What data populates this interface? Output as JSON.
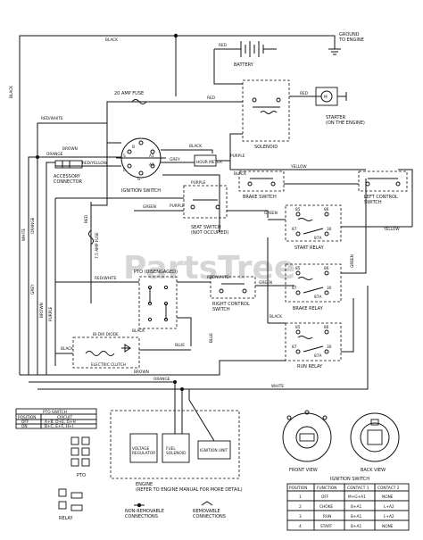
{
  "watermark": "PartsTree",
  "labels": {
    "black_top": "BLACK",
    "ground_to_engine": "GROUND\nTO ENGINE",
    "red_batt": "RED",
    "battery": "BATTERY",
    "red_right": "RED",
    "starter": "STARTER\n(ON THE ENGINE)",
    "fuse20": "20 AMP FUSE",
    "red_top": "RED",
    "solenoid": "SOLENOID",
    "yellow_sol": "YELLOW",
    "red_white_left": "RED/WHITE",
    "brown1": "BROWN",
    "orange1": "ORANGE",
    "red_yellow": "RED/YELLOW",
    "black_ign": "BLACK",
    "grey_ign": "GREY",
    "purple_ign": "PURPLE",
    "hour_meter": "HOUR METER",
    "accessory": "ACCESSORY\nCONNECTOR",
    "ignition_switch": "IGNITION SWITCH",
    "yellow_mid": "YELLOW",
    "black_brake": "BLACK",
    "brake_switch": "BRAKE SWITCH",
    "left_control": "LEFT CONTROL\nSWITCH",
    "purple_mid": "PURPLE",
    "green_mid": "GREEN",
    "purple_seat": "PURPLE",
    "seat_switch": "SEAT SWITCH\n(NOT OCCUPIED)",
    "green_relay": "GREEN",
    "start_relay": "START RELAY",
    "yellow_right": "YELLOW",
    "black_left1": "BLACK",
    "white_left": "WHITE",
    "grey_left": "GREY",
    "orange_left": "ORANGE",
    "brown_left": "BROWN",
    "purple_left": "PURPLE",
    "black_left2": "BLACK",
    "fuse75": "7.5 AMP FUSE",
    "red": "RED",
    "pto_label": "PTO (DISENGAGED)",
    "red_white_pto": "RED/WHITE",
    "red_white_rc": "RED/WHITE",
    "green_rc": "GREEN",
    "right_control": "RIGHT CONTROL\nSWITCH",
    "brake_relay": "BRAKE RELAY",
    "green_right": "GREEN",
    "blue_mid": "BLUE",
    "black_pto": "BLACK",
    "clutch": "ELECTRIC CLUTCH",
    "blue_clutch": "BLUE",
    "bi_dir": "BI-DIR DIODE",
    "black_brake_relay": "BLACK",
    "run_relay": "RUN RELAY",
    "brown_bottom": "BROWN",
    "orange_bottom": "ORANGE",
    "white_bottom": "WHITE",
    "pto_switch_title": "PTO SWITCH",
    "engine_label": "ENGINE\n(REFER TO ENGINE MANUAL FOR MORE DETAIL)",
    "voltage_reg": "VOLTAGE\nREGULATOR",
    "fuel_solenoid": "FUEL\nSOLENOID",
    "ignition_unit": "IGNITION UNIT",
    "non_removable": "NON-REMOVABLE\nCONNECTIONS",
    "removable": "REMOVABLE\nCONNECTIONS",
    "pto_small": "PTO",
    "relay_small": "RELAY",
    "front_view": "FRONT VIEW",
    "back_view": "BACK VIEW",
    "ign_table_title": "IGNITION SWITCH"
  },
  "relay_pins": [
    "85",
    "86",
    "87",
    "87A",
    "30"
  ],
  "ignition_pins": [
    "B",
    "S",
    "A1",
    "A2",
    "L",
    "G"
  ],
  "pto_table": {
    "headers": [
      "POSITION",
      "CIRCUIT"
    ],
    "rows": [
      [
        "OFF",
        "A+B, D+E, G+H"
      ],
      [
        "ON",
        "B+C, E+F, H+I"
      ]
    ]
  },
  "ignition_table": {
    "headers": [
      "POSITION",
      "FUNCTION",
      "CONTACT 1",
      "CONTACT 2"
    ],
    "rows": [
      [
        "1",
        "OFF",
        "M+G+A1",
        "NONE"
      ],
      [
        "2",
        "CHOKE",
        "B+A1",
        "L+A2"
      ],
      [
        "3",
        "RUN",
        "B+A1",
        "L+A2"
      ],
      [
        "4",
        "START",
        "B+A1",
        "NONE"
      ]
    ]
  }
}
